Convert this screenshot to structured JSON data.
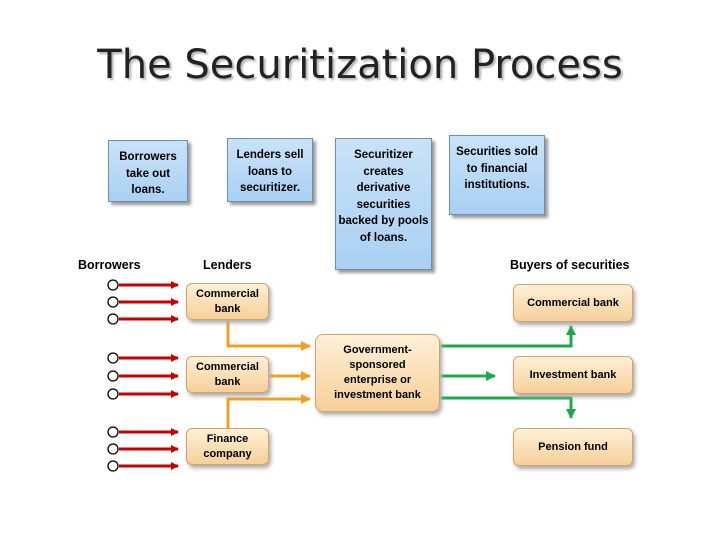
{
  "title": "The Securitization Process",
  "steps": [
    "Borrowers take out loans.",
    "Lenders sell loans to securitizer.",
    "Securitizer creates derivative securities backed by pools of loans.",
    "Securities sold to financial institutions."
  ],
  "column_labels": {
    "borrowers": "Borrowers",
    "lenders": "Lenders",
    "buyers": "Buyers of securities"
  },
  "lenders": [
    "Commercial bank",
    "Commercial bank",
    "Finance company"
  ],
  "securitizer": "Government-sponsored enterprise or investment bank",
  "buyers": [
    "Commercial bank",
    "Investment bank",
    "Pension fund"
  ],
  "colors": {
    "borrower_arrows": "#c00000",
    "lender_arrows": "#f0a020",
    "buyer_arrows": "#1aaa4a",
    "step_fill": "#b9d9f5",
    "node_fill": "#f9dcb0"
  }
}
